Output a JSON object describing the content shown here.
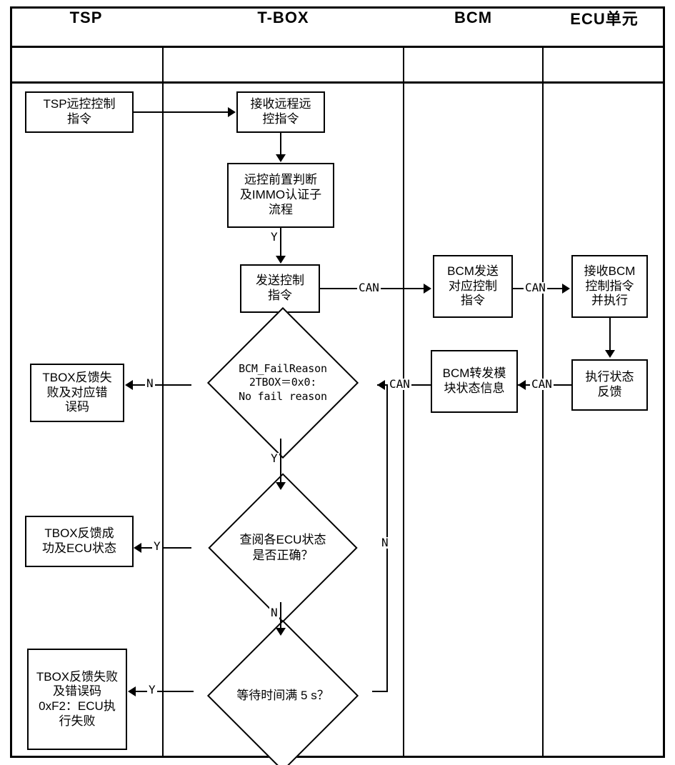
{
  "diagram": {
    "title": "",
    "type": "swimlane-flowchart",
    "lanes": [
      {
        "id": "tsp",
        "label": "TSP"
      },
      {
        "id": "tbox",
        "label": "T-BOX"
      },
      {
        "id": "bcm",
        "label": "BCM"
      },
      {
        "id": "ecu",
        "label": "ECU单元"
      }
    ],
    "nodes": [
      {
        "id": "n1",
        "lane": "tsp",
        "shape": "rect",
        "text": "TSP远控控制\n指令"
      },
      {
        "id": "n2",
        "lane": "tbox",
        "shape": "rect",
        "text": "接收远程远\n控指令"
      },
      {
        "id": "n3",
        "lane": "tbox",
        "shape": "rect",
        "text": "远控前置判断\n及IMMO认证子\n流程"
      },
      {
        "id": "n4",
        "lane": "tbox",
        "shape": "rect",
        "text": "发送控制\n指令"
      },
      {
        "id": "n5",
        "lane": "bcm",
        "shape": "rect",
        "text": "BCM发送\n对应控制\n指令"
      },
      {
        "id": "n6",
        "lane": "ecu",
        "shape": "rect",
        "text": "接收BCM\n控制指令\n并执行"
      },
      {
        "id": "n7",
        "lane": "ecu",
        "shape": "rect",
        "text": "执行状态\n反馈"
      },
      {
        "id": "n8",
        "lane": "bcm",
        "shape": "rect",
        "text": "BCM转发模\n块状态信息"
      },
      {
        "id": "d1",
        "lane": "tbox",
        "shape": "diamond",
        "text": "BCM_FailReason\n2TBOX＝0x0:\nNo fail reason"
      },
      {
        "id": "n9",
        "lane": "tsp",
        "shape": "rect",
        "text": "TBOX反馈失\n败及对应错\n误码"
      },
      {
        "id": "d2",
        "lane": "tbox",
        "shape": "diamond",
        "text": "查阅各ECU状态\n是否正确？"
      },
      {
        "id": "n10",
        "lane": "tsp",
        "shape": "rect",
        "text": "TBOX反馈成\n功及ECU状态"
      },
      {
        "id": "d3",
        "lane": "tbox",
        "shape": "diamond",
        "text": "等待时间满 5 s？"
      },
      {
        "id": "n11",
        "lane": "tsp",
        "shape": "rect",
        "text": "TBOX反馈失败\n及错误码\n0xF2：ECU执\n行失败"
      }
    ],
    "edges": [
      {
        "from": "n1",
        "to": "n2",
        "label": ""
      },
      {
        "from": "n2",
        "to": "n3",
        "label": ""
      },
      {
        "from": "n3",
        "to": "n4",
        "label": "Y"
      },
      {
        "from": "n4",
        "to": "n5",
        "label": "CAN"
      },
      {
        "from": "n5",
        "to": "n6",
        "label": "CAN"
      },
      {
        "from": "n6",
        "to": "n7",
        "label": ""
      },
      {
        "from": "n7",
        "to": "n8",
        "label": "CAN"
      },
      {
        "from": "n8",
        "to": "d1",
        "label": "CAN"
      },
      {
        "from": "d1",
        "to": "n9",
        "label": "N"
      },
      {
        "from": "d1",
        "to": "d2",
        "label": "Y"
      },
      {
        "from": "d2",
        "to": "n10",
        "label": "Y"
      },
      {
        "from": "d2",
        "to": "d3",
        "label": "N"
      },
      {
        "from": "d3",
        "to": "n11",
        "label": "Y"
      },
      {
        "from": "d3",
        "to": "d1",
        "label": ""
      }
    ],
    "labels": {
      "can": "CAN",
      "yes": "Y",
      "no": "N"
    },
    "colors": {
      "line": "#000000",
      "fill": "#ffffff",
      "text": "#000000"
    }
  }
}
